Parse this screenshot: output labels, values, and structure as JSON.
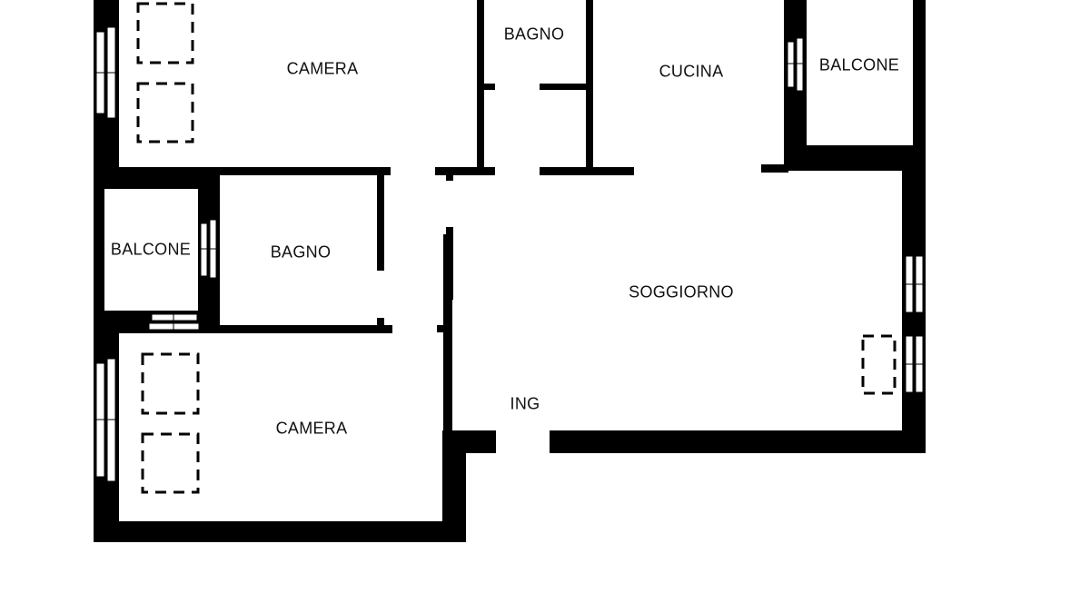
{
  "colors": {
    "wall": "#000000",
    "floor": "#ffffff"
  },
  "rooms": {
    "camera_top": "CAMERA",
    "bagno_top": "BAGNO",
    "cucina": "CUCINA",
    "balcone_right": "BALCONE",
    "balcone_left": "BALCONE",
    "bagno_left": "BAGNO",
    "soggiorno": "SOGGIORNO",
    "ingresso": "ING",
    "camera_bottom": "CAMERA"
  }
}
